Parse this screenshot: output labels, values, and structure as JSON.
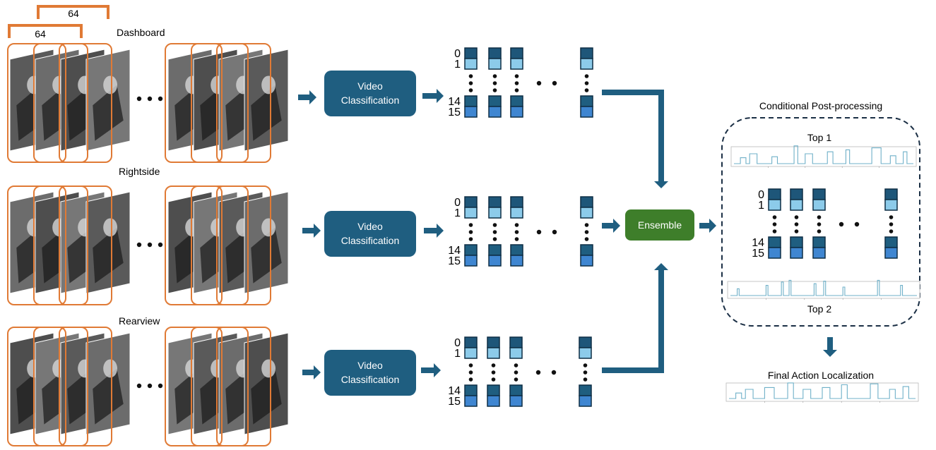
{
  "frame_window_labels": [
    "64",
    "64"
  ],
  "streams": [
    {
      "name": "Dashboard"
    },
    {
      "name": "Rightside"
    },
    {
      "name": "Rearview"
    }
  ],
  "video_box_line1": "Video",
  "video_box_line2": "Classification",
  "class_labels": {
    "top1": "0",
    "top2": "1",
    "bottom1": "14",
    "bottom2": "15"
  },
  "ensemble_label": "Ensemble",
  "post_processing": {
    "title": "Conditional Post-processing",
    "top1_label": "Top 1",
    "top2_label": "Top 2"
  },
  "final_label": "Final Action Localization",
  "colors": {
    "orange": "#E07A35",
    "box_blue": "#1F5E80",
    "arrow_blue": "#1F5E80",
    "green": "#3E7E2A",
    "dark_cell": "#1E5679",
    "light_cell": "#8CCBEA",
    "mid_cell": "#3F86D1",
    "plot_line": "#6FB0C8"
  }
}
